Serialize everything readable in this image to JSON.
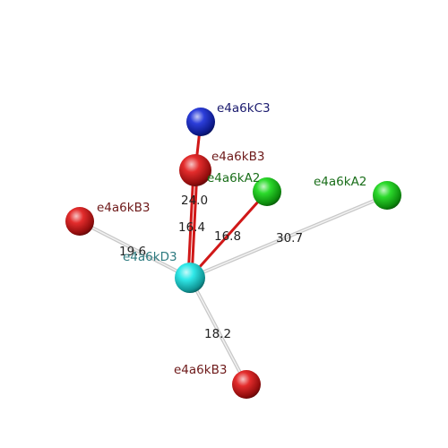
{
  "atoms": [
    {
      "id": "center",
      "label": "e4a6kD3",
      "color": "#19e6e6",
      "label_color": "#2e7b80"
    },
    {
      "id": "blue_top",
      "label": "e4a6kC3",
      "color": "#1428d6",
      "label_color": "#1a1a6e"
    },
    {
      "id": "red_mid",
      "label": "e4a6kB3",
      "color": "#e01414",
      "label_color": "#6e1a1a"
    },
    {
      "id": "green_mid",
      "label": "e4a6kA2",
      "color": "#14d614",
      "label_color": "#1a6e1a"
    },
    {
      "id": "green_right",
      "label": "e4a6kA2",
      "color": "#14d614",
      "label_color": "#1a6e1a"
    },
    {
      "id": "red_left",
      "label": "e4a6kB3",
      "color": "#e01414",
      "label_color": "#6e1a1a"
    },
    {
      "id": "red_bottom",
      "label": "e4a6kB3",
      "color": "#e01414",
      "label_color": "#6e1a1a"
    }
  ],
  "bonds": [
    {
      "from": "blue_top",
      "to": "red_mid",
      "kind": "red",
      "distance": ""
    },
    {
      "from": "red_mid",
      "to": "center",
      "kind": "red",
      "distance": "24.0"
    },
    {
      "from": "red_mid",
      "to": "center",
      "kind": "red",
      "distance": "16.4"
    },
    {
      "from": "green_mid",
      "to": "center",
      "kind": "red",
      "distance": "16.8"
    },
    {
      "from": "green_right",
      "to": "center",
      "kind": "gray",
      "distance": "30.7"
    },
    {
      "from": "red_left",
      "to": "center",
      "kind": "gray",
      "distance": "19.6"
    },
    {
      "from": "red_bottom",
      "to": "center",
      "kind": "gray",
      "distance": "18.2"
    }
  ],
  "colors": {
    "bond_red": "#d01818",
    "bond_gray": "#c8c8c8"
  }
}
